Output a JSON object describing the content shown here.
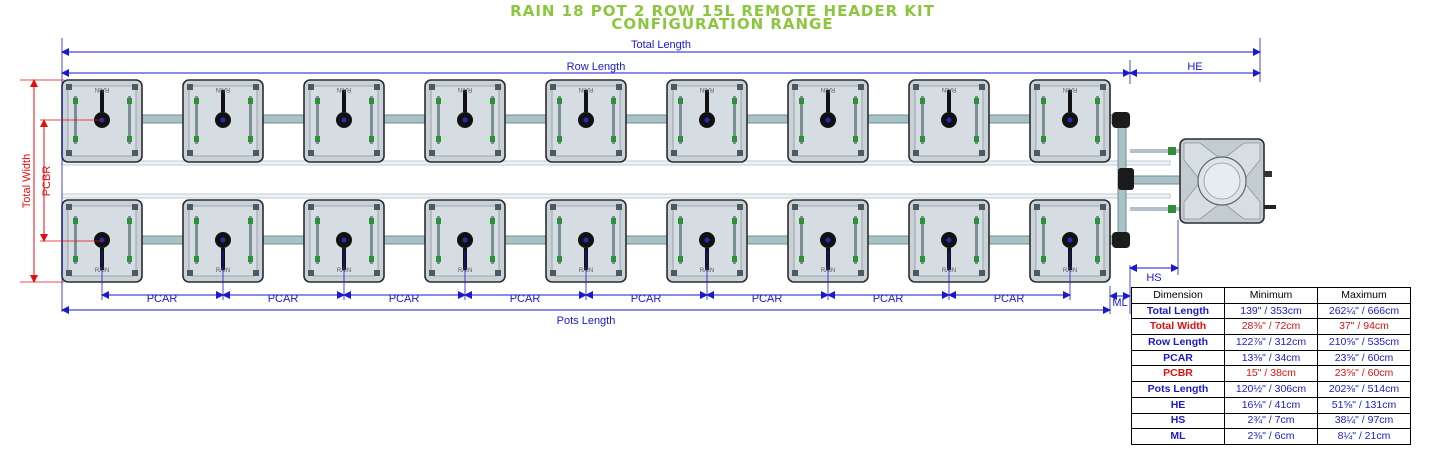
{
  "title": {
    "line1": "RAIN 18 POT 2 ROW 15L REMOTE HEADER KIT",
    "line2": "CONFIGURATION RANGE"
  },
  "colors": {
    "title": "#8cc63f",
    "dimension_lines": "#1a1acc",
    "width_lines": "#e01010",
    "pot_body": "#c9d2d8",
    "pipe": "#a9c2c6"
  },
  "labels": {
    "total_length": "Total Length",
    "row_length": "Row Length",
    "he": "HE",
    "hs": "HS",
    "ml": "ML",
    "pots_length": "Pots Length",
    "total_width": "Total Width",
    "pcbr": "PCBR",
    "pcar": [
      "PCAR",
      "PCAR",
      "PCAR",
      "PCAR",
      "PCAR",
      "PCAR",
      "PCAR",
      "PCAR"
    ],
    "pot_brand": "RAIN"
  },
  "layout": {
    "rows": 2,
    "pots_per_row": 9
  },
  "table": {
    "headers": [
      "Dimension",
      "Minimum",
      "Maximum"
    ],
    "rows": [
      {
        "dimension": "Total Length",
        "min": "139\" / 353cm",
        "max": "262¼\" / 666cm",
        "color": "#1a1acc"
      },
      {
        "dimension": "Total Width",
        "min": "28⅜\" / 72cm",
        "max": "37\" / 94cm",
        "color": "#e01010"
      },
      {
        "dimension": "Row Length",
        "min": "122⅞\" / 312cm",
        "max": "210⅝\" / 535cm",
        "color": "#1a1acc"
      },
      {
        "dimension": "PCAR",
        "min": "13⅜\" / 34cm",
        "max": "23⅝\" / 60cm",
        "color": "#1a1acc"
      },
      {
        "dimension": "PCBR",
        "min": "15\" / 38cm",
        "max": "23⅝\" / 60cm",
        "color": "#e01010"
      },
      {
        "dimension": "Pots Length",
        "min": "120½\" / 306cm",
        "max": "202⅜\" / 514cm",
        "color": "#1a1acc"
      },
      {
        "dimension": "HE",
        "min": "16⅛\" / 41cm",
        "max": "51⅝\" / 131cm",
        "color": "#1a1acc"
      },
      {
        "dimension": "HS",
        "min": "2¾\" / 7cm",
        "max": "38¼\" / 97cm",
        "color": "#1a1acc"
      },
      {
        "dimension": "ML",
        "min": "2⅜\" / 6cm",
        "max": "8¼\" / 21cm",
        "color": "#1a1acc"
      }
    ]
  }
}
